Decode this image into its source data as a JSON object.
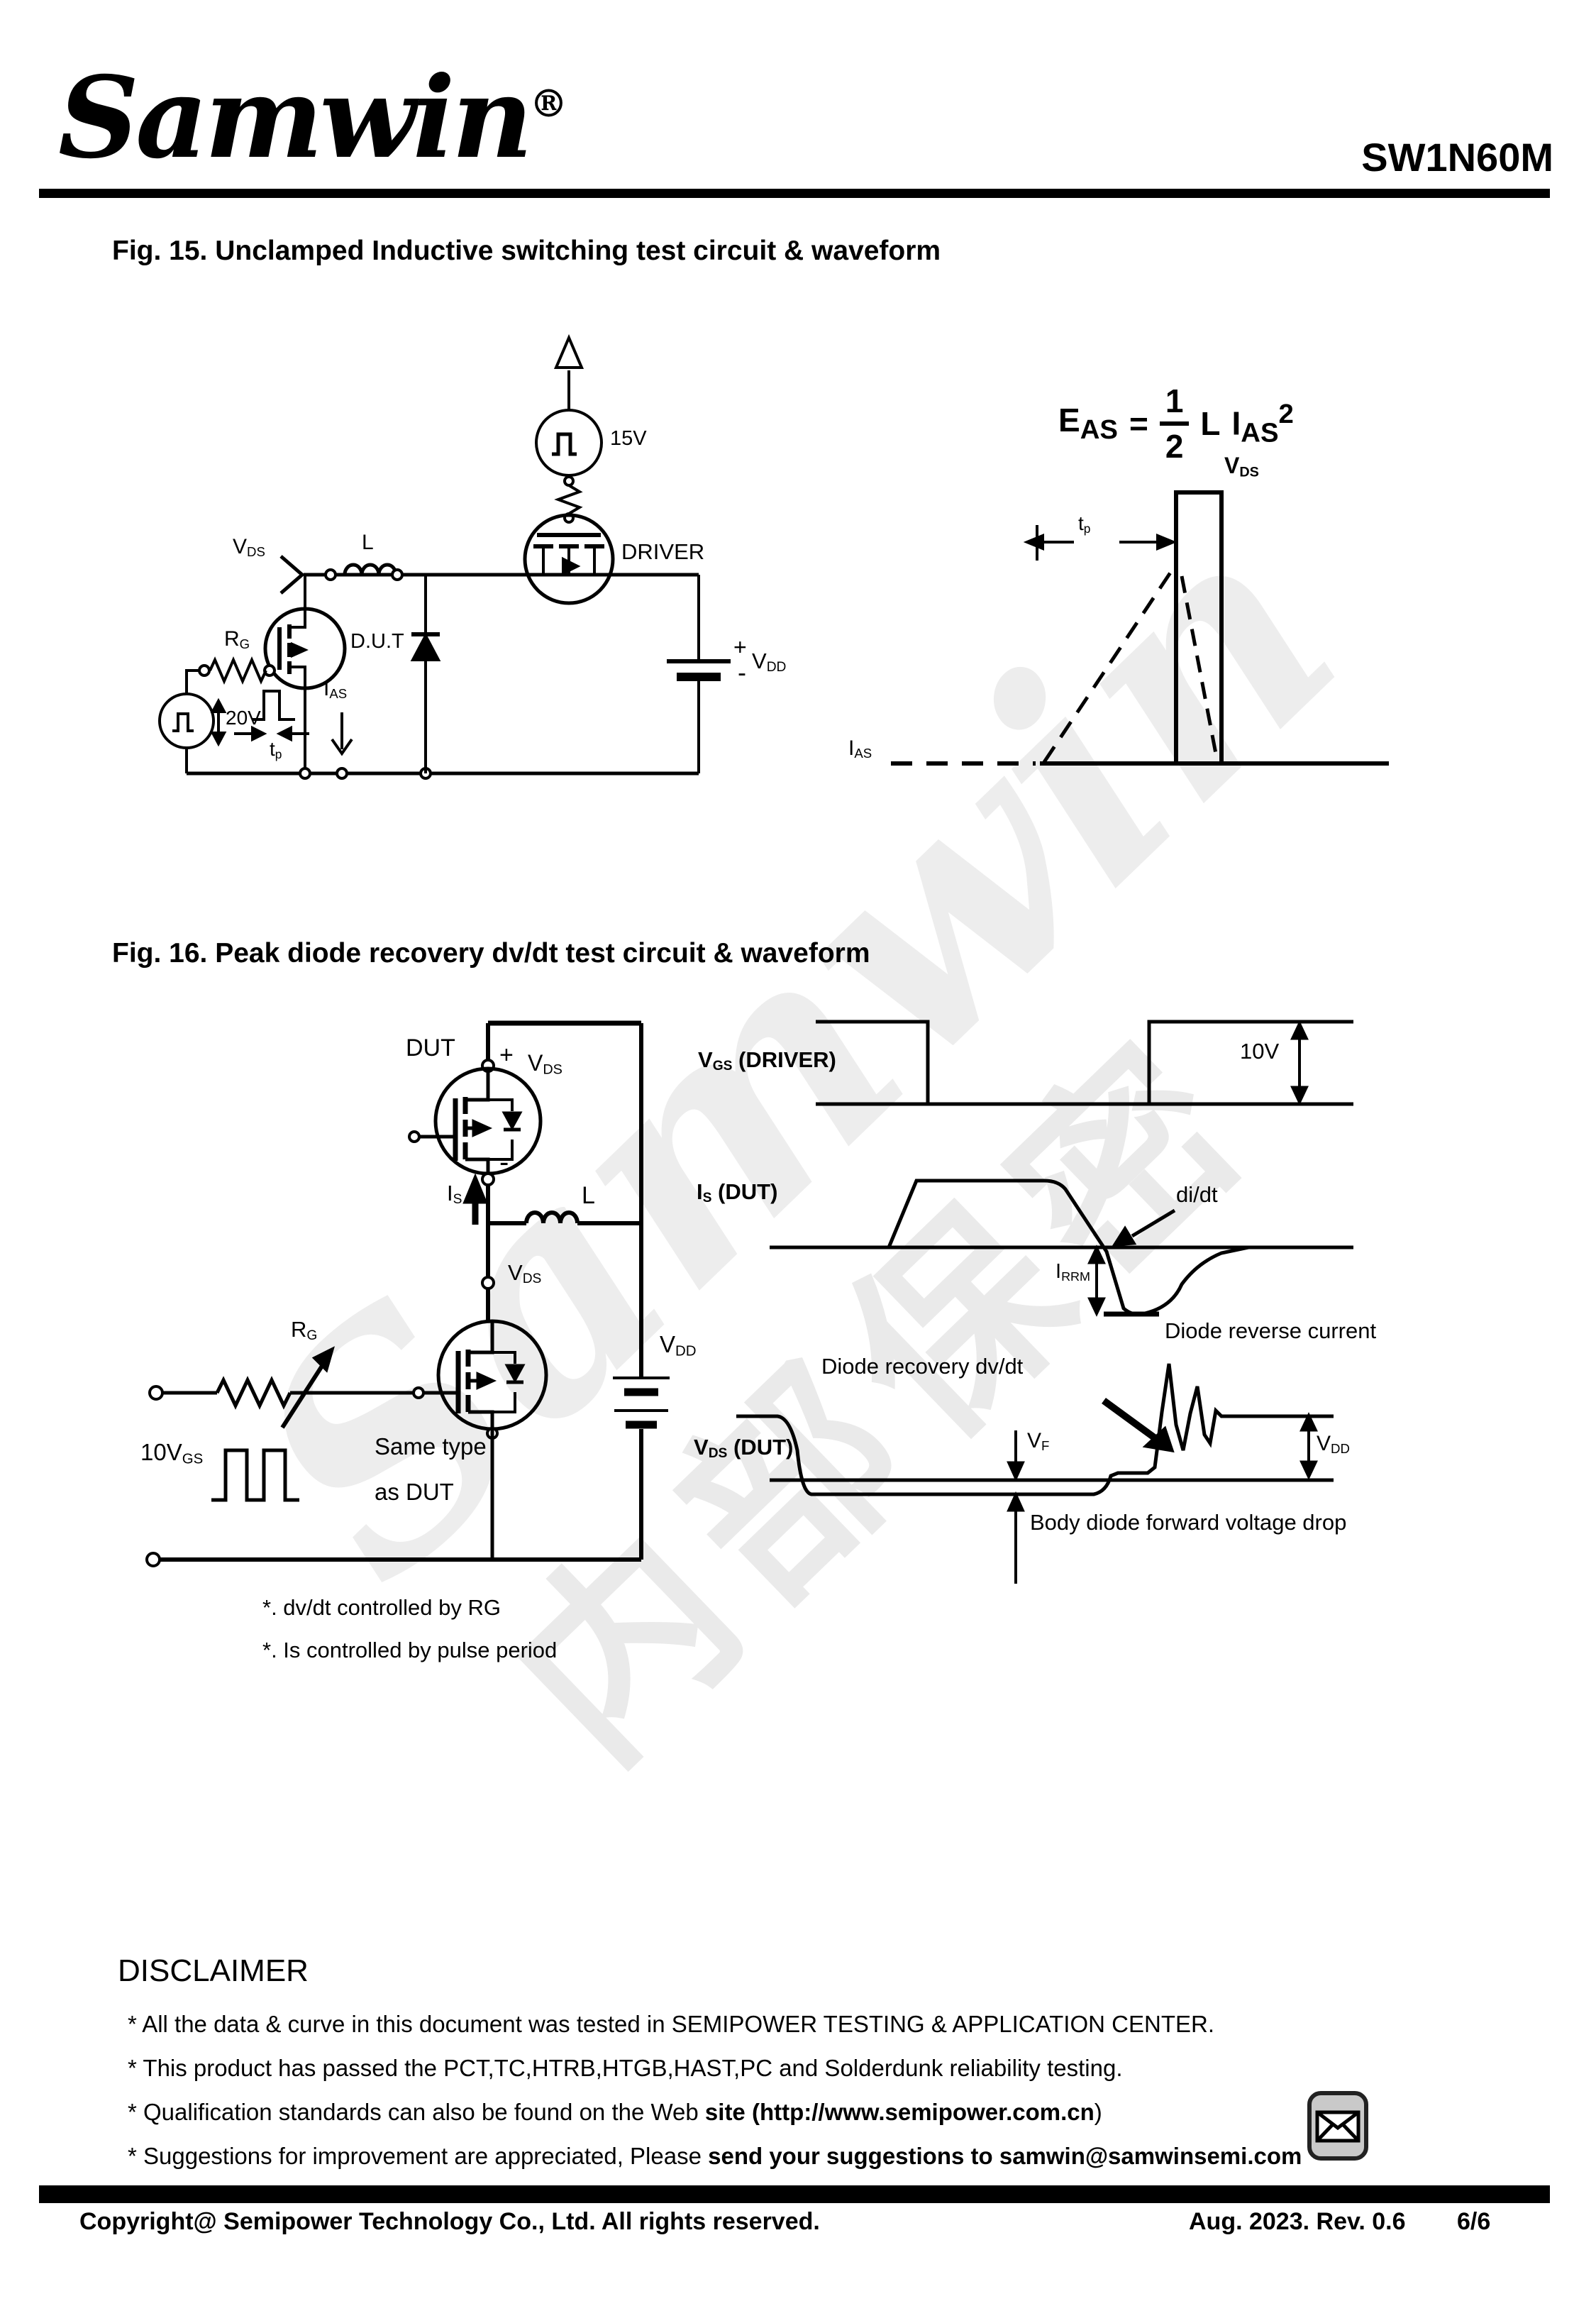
{
  "header": {
    "logo": "Samwin",
    "reg": "®",
    "part": "SW1N60M"
  },
  "fig15": {
    "title": "Fig. 15. Unclamped Inductive switching test circuit & waveform",
    "circuit": {
      "vds": {
        "main": "V",
        "sub": "DS"
      },
      "l": "L",
      "v15": "15V",
      "driver": "DRIVER",
      "rg": {
        "main": "R",
        "sub": "G"
      },
      "dut": "D.U.T",
      "v20": "20V",
      "tp": {
        "main": "t",
        "sub": "p"
      },
      "ias": {
        "main": "I",
        "sub": "AS"
      },
      "plus": "+",
      "minus": "-",
      "vdd": {
        "main": "V",
        "sub": "DD"
      }
    },
    "waveform": {
      "eq": {
        "e": {
          "main": "E",
          "sub": "AS"
        },
        "equals": "=",
        "num": "1",
        "den": "2",
        "l": "L",
        "i": {
          "main": "I",
          "sub": "AS"
        },
        "exp": "2"
      },
      "vds": {
        "main": "V",
        "sub": "DS"
      },
      "tp": {
        "main": "t",
        "sub": "p"
      },
      "ias": {
        "main": "I",
        "sub": "AS"
      }
    }
  },
  "fig16": {
    "title": "Fig. 16. Peak diode recovery dv/dt test circuit & waveform",
    "circuit": {
      "dut": "DUT",
      "plus": "+",
      "minus": "-",
      "vds_top": {
        "main": "V",
        "sub": "DS"
      },
      "is": {
        "main": "I",
        "sub": "S"
      },
      "l": "L",
      "vds_mid": {
        "main": "V",
        "sub": "DS"
      },
      "rg": {
        "main": "R",
        "sub": "G"
      },
      "vgs": {
        "main": "10V",
        "sub": "GS"
      },
      "same_type": "Same type",
      "as_dut": "as DUT",
      "vdd": {
        "main": "V",
        "sub": "DD"
      }
    },
    "notes": [
      "*. dv/dt controlled by RG",
      "*. Is controlled by pulse period"
    ],
    "waveform": {
      "vgs": {
        "main": "V",
        "sub": "GS",
        "rest": " (DRIVER)"
      },
      "v10": "10V",
      "is": {
        "main": "I",
        "sub": "S",
        "rest": " (DUT)"
      },
      "didt": "di/dt",
      "irrm": {
        "main": "I",
        "sub": "RRM"
      },
      "diode_reverse": "Diode reverse current",
      "diode_recovery": "Diode recovery dv/dt",
      "vds": {
        "main": "V",
        "sub": "DS",
        "rest": " (DUT)"
      },
      "vf": {
        "main": "V",
        "sub": "F"
      },
      "vdd": {
        "main": "V",
        "sub": "DD"
      },
      "body_diode": "Body diode forward voltage drop"
    }
  },
  "watermark": {
    "brand": "Samwin",
    "confidential": "内部保密"
  },
  "disclaimer": {
    "heading": "DISCLAIMER",
    "line1": "* All the data & curve in this document was tested in SEMIPOWER TESTING & APPLICATION CENTER.",
    "line2": "* This product has passed the PCT,TC,HTRB,HTGB,HAST,PC and Solderdunk reliability testing.",
    "line3_pre": "* Qualification standards can also be found on the Web ",
    "line3_bold": "site (http://www.semipower.com.cn",
    "line3_post": ")",
    "line4_pre": "* Suggestions for improvement are appreciated, Please ",
    "line4_bold": "send your suggestions to samwin@samwinsemi.com"
  },
  "footer": {
    "copyright": "Copyright@ Semipower Technology Co., Ltd. All rights reserved.",
    "revision": "Aug. 2023. Rev. 0.6",
    "page": "6/6"
  },
  "colors": {
    "ink": "#000000",
    "watermark_gray": "#ededed",
    "mail_bg": "#c9c9c9"
  }
}
